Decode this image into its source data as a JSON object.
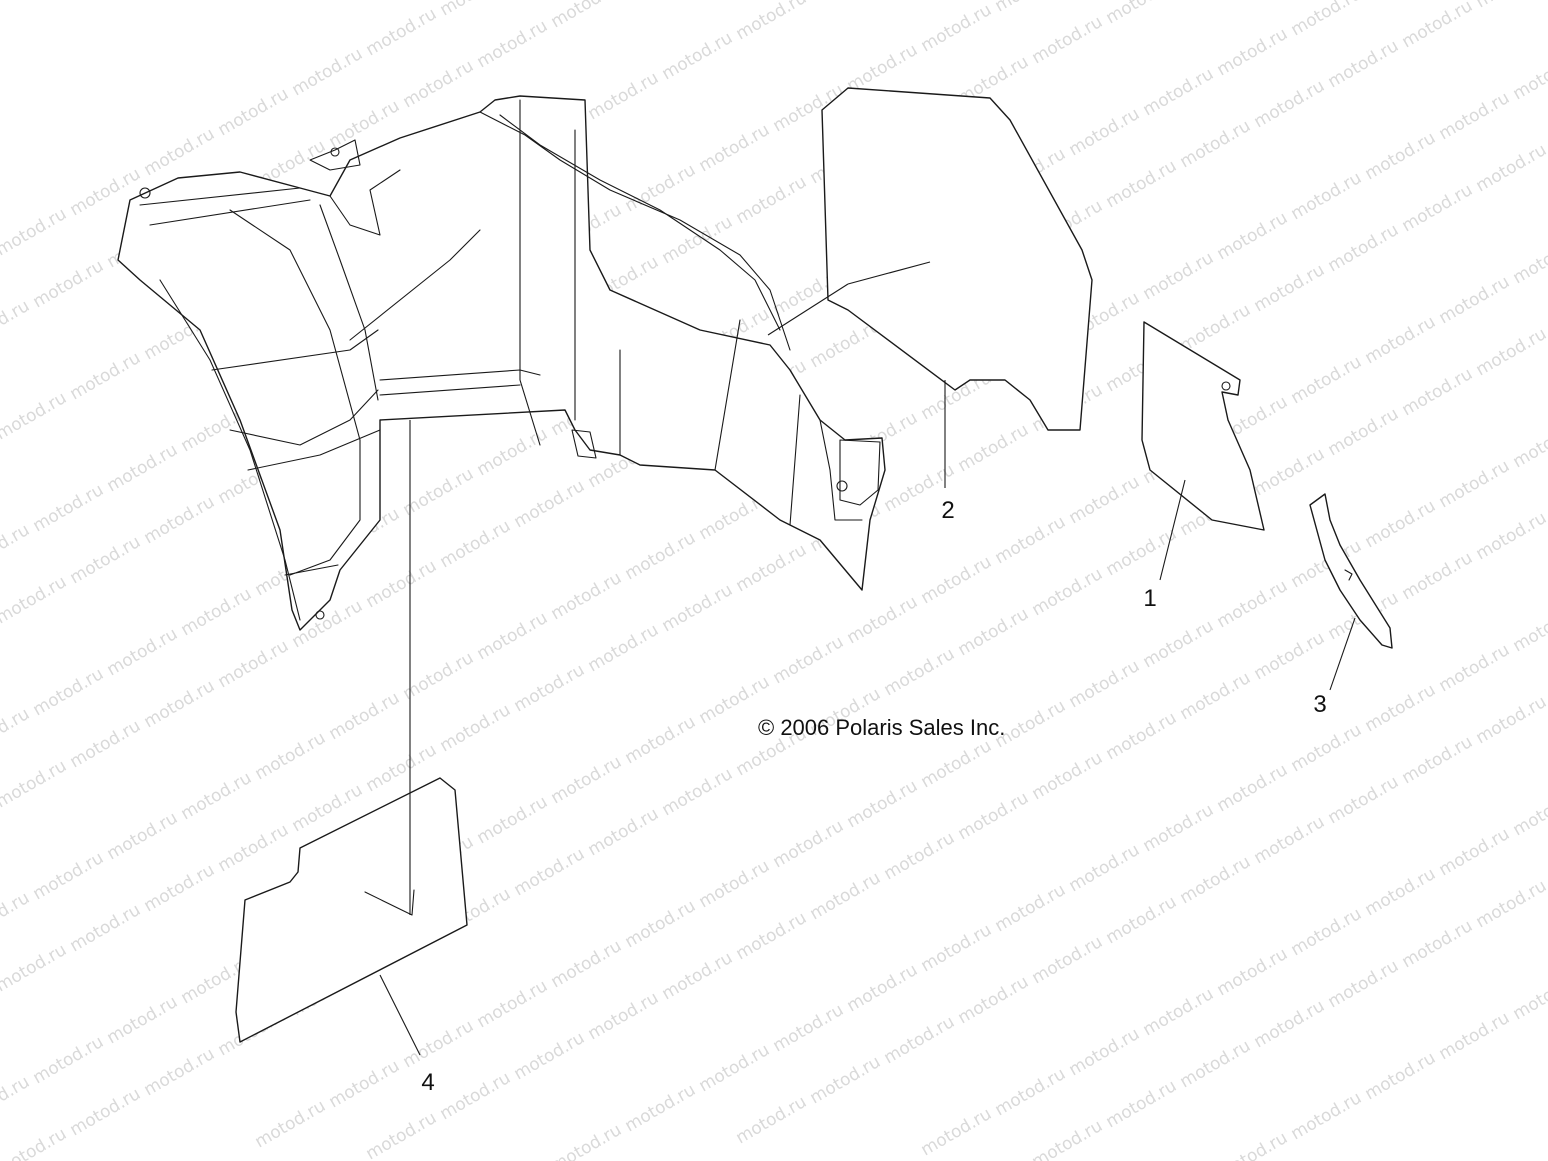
{
  "watermark": {
    "text": "motod.ru",
    "color": "#d9d9d9"
  },
  "copyright": "© 2006 Polaris Sales Inc.",
  "callouts": [
    {
      "id": "callout-1",
      "label": "1"
    },
    {
      "id": "callout-2",
      "label": "2"
    },
    {
      "id": "callout-3",
      "label": "3"
    },
    {
      "id": "callout-4",
      "label": "4"
    }
  ],
  "colors": {
    "line": "#1a1a1a",
    "background": "#ffffff"
  }
}
